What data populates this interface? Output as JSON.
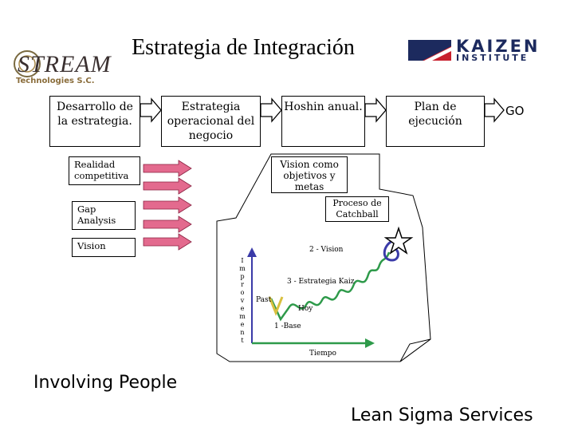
{
  "header": {
    "title": "Estrategia de Integración",
    "logo_left_text": "STREAM",
    "logo_left_sub": "Technologies S.C.",
    "logo_right_brand": "KAIZEN",
    "logo_right_sub": "INSTITUTE"
  },
  "steps": [
    {
      "label": "Desarrollo de la estrategia."
    },
    {
      "label": "Estrategia operacional del negocio"
    },
    {
      "label": "Hoshin anual."
    },
    {
      "label": "Plan de ejecución"
    }
  ],
  "go_label": "GO",
  "inputs": [
    {
      "label": "Realidad competitiva"
    },
    {
      "label": "Gap Analysis"
    },
    {
      "label": "Vision"
    }
  ],
  "vision_box": "Vision como objetivos y metas",
  "catchball_box": "Proceso de Catchball",
  "graph": {
    "y_axis_letters": [
      "I",
      "m",
      "p",
      "r",
      "o",
      "v",
      "e",
      "m",
      "e",
      "n",
      "t"
    ],
    "label_vision": "2 - Vision",
    "label_estrategia": "3 - Estrategia Kaiz",
    "label_past": "Past",
    "label_hoy": "Hoy",
    "label_base": "1 -Base",
    "label_tiempo": "Tiempo"
  },
  "footer": {
    "left": "Involving People",
    "right": "Lean Sigma Services"
  },
  "colors": {
    "arrow_pink": "#e36a8e",
    "curve_green": "#2e9a4a",
    "axis_blue": "#3a3aa8",
    "kaizen_red": "#c8202e",
    "kaizen_navy": "#1c2a5e",
    "stream_dark": "#3a3030",
    "stream_accent": "#8a6d3b"
  }
}
